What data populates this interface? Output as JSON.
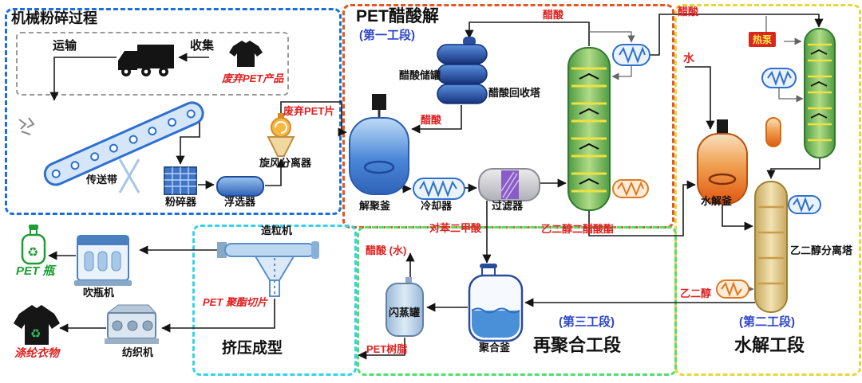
{
  "sections": {
    "mechanical": {
      "title": "机械粉碎过程"
    },
    "acetolysis": {
      "title": "PET醋酸解",
      "stage": "(第一工段)"
    },
    "hydrolysis": {
      "title": "水解工段",
      "stage": "(第二工段)"
    },
    "repolymerization": {
      "title": "再聚合工段",
      "stage": "(第三工段)"
    },
    "extrusion": {
      "title": "挤压成型"
    }
  },
  "mechanical": {
    "transport": "运输",
    "collect": "收集",
    "waste_pet_products": "废弃PET产品",
    "conveyor": "传送带",
    "crusher": "粉碎器",
    "flotation": "浮选器",
    "cyclone": "旋风分离器",
    "waste_pet_flakes": "废弃PET片"
  },
  "acetolysis": {
    "acetic_storage_tank": "醋酸储罐",
    "acetic_overhead": "醋酸",
    "acetic_recovery_tower": "醋酸回收塔",
    "acetic_feed": "醋酸",
    "depoly_kettle": "解聚釜",
    "cooler": "冷却器",
    "filter": "过滤器",
    "terephthalic_acid": "对苯二甲酸",
    "eg_diacetate": "乙二醇二醋酸酯"
  },
  "hydrolysis": {
    "acetic": "醋酸",
    "heat_pump": "热泵",
    "water": "水",
    "hydrolysis_kettle": "水解釜",
    "eg_separation_tower": "乙二醇分离塔",
    "ethylene_glycol": "乙二醇"
  },
  "repolymerization": {
    "acetic_water": "醋酸 (水)",
    "flash_tank": "闪蒸罐",
    "poly_kettle": "聚合釜",
    "pet_resin": "PET树脂"
  },
  "extrusion": {
    "granulator": "造粒机",
    "pet_chips": "PET 聚酯切片"
  },
  "products": {
    "pet_bottle": "PET 瓶",
    "bottle_blower": "吹瓶机",
    "polyester_clothes": "涤纶衣物",
    "textile_machine": "纺织机"
  },
  "colors": {
    "mechanical_border": "#1a6fe0",
    "acetolysis_border": "#e2571f",
    "hydrolysis_border": "#e8d63e",
    "repolymerization_border": "#52de6e",
    "extrusion_border": "#35d3ea",
    "stream_label": "#e02020",
    "stage_label": "#2d46c8",
    "pet_bottle_label": "#1d9e34",
    "heat_pump_bg": "#d8281e",
    "heat_pump_text": "#ffe84a"
  }
}
